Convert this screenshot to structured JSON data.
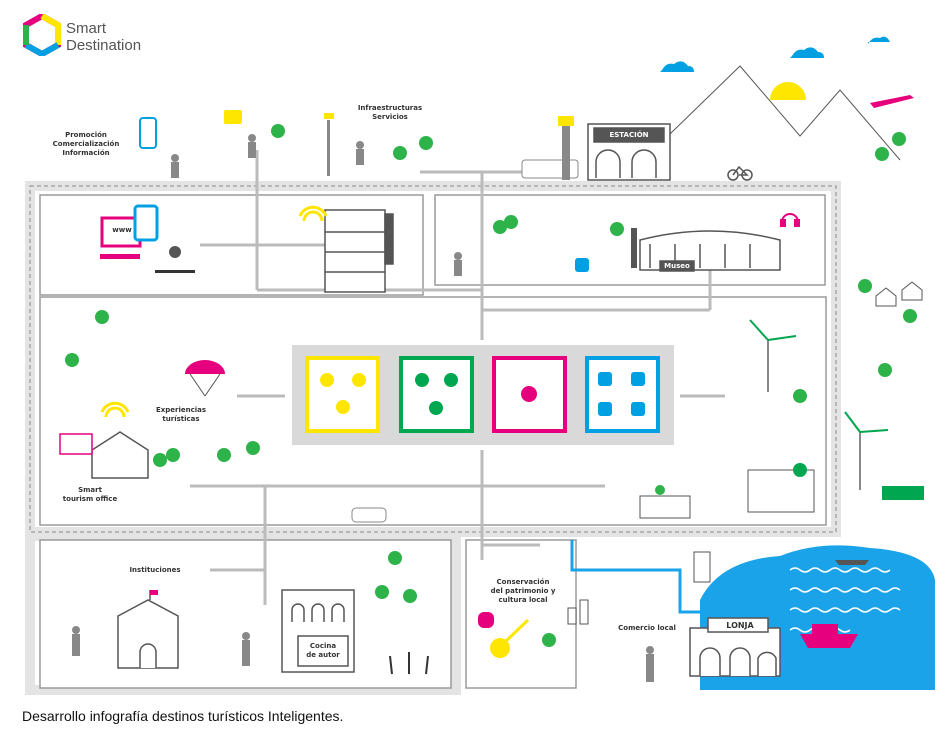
{
  "brand": {
    "line1": "Smart",
    "line2": "Destination"
  },
  "labels": {
    "promocion": "Promoción\nComercialización\nInformación",
    "infra": "Infraestructuras\nServicios",
    "estacion": "ESTACIÓN",
    "www": "www",
    "museo": "Museo",
    "experiencias": "Experiencias\nturísticas",
    "smart_office": "Smart\ntourism office",
    "lonja": "LONJA",
    "instituciones": "Instituciones",
    "cocina": "Cocina\nde autor",
    "conservacion": "Conservación\ndel patrimonio y\ncultura local",
    "comercio": "Comercio local"
  },
  "colors": {
    "yellow": "#FFE600",
    "green": "#00A650",
    "magenta": "#E6007E",
    "blue": "#00A0E3",
    "tree": "#2DB34A",
    "road": "#E6E6E6",
    "sea": "#1AA3E8"
  },
  "icons": [
    "euro-icon",
    "recycle-icon",
    "face-icon",
    "lightbulb-icon",
    "wheelchair-icon",
    "ear-icon",
    "walker-icon",
    "sign-icon",
    "wifi-icon",
    "parachute-icon",
    "airplane-icon",
    "bicycle-icon",
    "wind-turbine-icon",
    "solar-panel-icon",
    "kayak-icon",
    "guitar-icon",
    "theatre-mask-icon"
  ],
  "caption": "Desarrollo infografía destinos turísticos Inteligentes."
}
